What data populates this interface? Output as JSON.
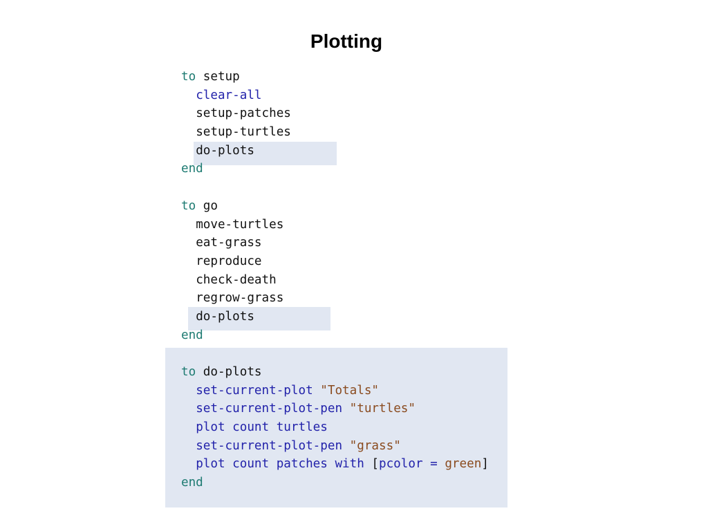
{
  "title": "Plotting",
  "colors": {
    "keyword": "#1e7b72",
    "builtin": "#2222aa",
    "string": "#8a4b1f",
    "plain": "#111111",
    "highlight": "#e1e7f2"
  },
  "code": {
    "setup": {
      "to": "to",
      "name": "setup",
      "lines": [
        "clear-all",
        "setup-patches",
        "setup-turtles",
        "do-plots"
      ],
      "end": "end"
    },
    "go": {
      "to": "to",
      "name": "go",
      "lines": [
        "move-turtles",
        "eat-grass",
        "reproduce",
        "check-death",
        "regrow-grass",
        "do-plots"
      ],
      "end": "end"
    },
    "do_plots": {
      "to": "to",
      "name": "do-plots",
      "line1": {
        "cmd": "set-current-plot",
        "arg": "\"Totals\""
      },
      "line2": {
        "cmd": "set-current-plot-pen",
        "arg": "\"turtles\""
      },
      "line3": {
        "cmd": "plot count turtles"
      },
      "line4": {
        "cmd": "set-current-plot-pen",
        "arg": "\"grass\""
      },
      "line5": {
        "cmd": "plot count patches with",
        "open": "[",
        "reporter": "pcolor =",
        "value": "green",
        "close": "]"
      },
      "end": "end"
    }
  }
}
